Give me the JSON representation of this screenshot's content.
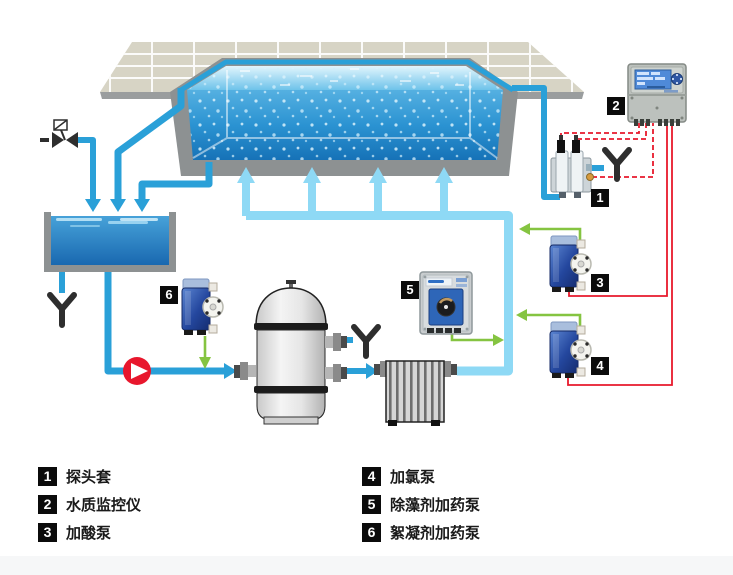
{
  "diagram_markers": [
    "1",
    "2",
    "3",
    "4",
    "5",
    "6"
  ],
  "legend": {
    "items": [
      {
        "num": "1",
        "label": "探头套"
      },
      {
        "num": "2",
        "label": "水质监控仪"
      },
      {
        "num": "3",
        "label": "加酸泵"
      },
      {
        "num": "4",
        "label": "加氯泵"
      },
      {
        "num": "5",
        "label": "除藻剂加药泵"
      },
      {
        "num": "6",
        "label": "絮凝剂加药泵"
      }
    ]
  },
  "colors": {
    "pipe_blue": "#2aa0d8",
    "return_blue": "#8ed9f5",
    "dosing_green": "#85c441",
    "signal_red": "#e8192c",
    "symbol_dark": "#2e2e2e",
    "deck_tile": "#d7d4c5",
    "pool_gray": "#8d9192",
    "water_deep": "#1672b7",
    "water_light": "#bfe8f8",
    "pump_red": "#e8172d",
    "marker_bg": "#0b0b0b",
    "marker_text": "#ffffff"
  }
}
